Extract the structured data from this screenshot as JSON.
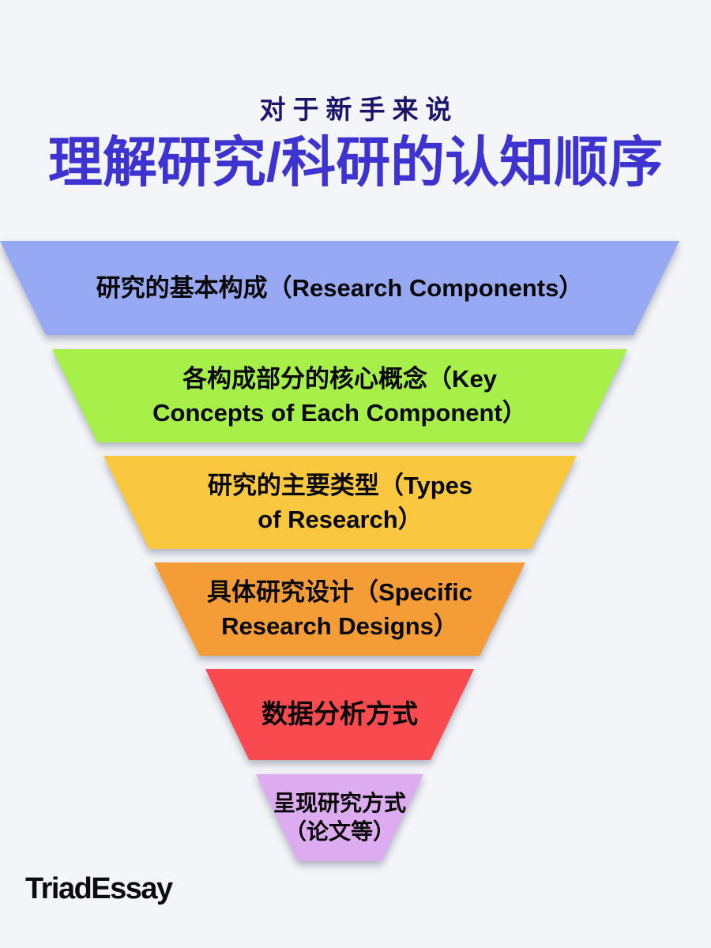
{
  "background_color": "#f4f5f9",
  "header": {
    "subtitle": "对于新手来说",
    "subtitle_color": "#1c156e",
    "title": "理解研究/科研的认知顺序",
    "title_color": "#3e33d1"
  },
  "funnel": {
    "text_color": "#060606",
    "levels": [
      {
        "id": "research-components",
        "line1": "研究的基本构成（Research Components）",
        "line2": "",
        "color": "#97a9f3"
      },
      {
        "id": "key-concepts",
        "line1": "各构成部分的核心概念（Key",
        "line2": "Concepts of Each Component）",
        "color": "#a6f049"
      },
      {
        "id": "types-of-research",
        "line1": "研究的主要类型（Types",
        "line2": "of Research）",
        "color": "#fac83f"
      },
      {
        "id": "specific-research-designs",
        "line1": "具体研究设计（Specific",
        "line2": "Research Designs）",
        "color": "#f49d37"
      },
      {
        "id": "data-analysis-methods",
        "line1": "数据分析方式",
        "line2": "",
        "color": "#f94b4f"
      },
      {
        "id": "presentation-of-research",
        "line1": "呈现研究方式",
        "line2": "（论文等）",
        "color": "#ddabef"
      }
    ]
  },
  "footer": {
    "logo": "TriadEssay"
  }
}
